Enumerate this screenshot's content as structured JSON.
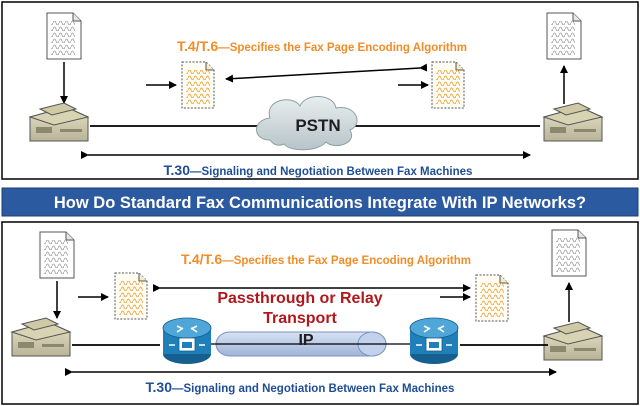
{
  "banner": {
    "title": "How Do Standard Fax Communications Integrate With IP Networks?"
  },
  "top_panel": {
    "encoding_code": "T.4/T.6",
    "encoding_desc": "—Specifies the Fax Page Encoding Algorithm",
    "network_label": "PSTN",
    "signaling_code": "T.30",
    "signaling_desc": "—Signaling and Negotiation Between Fax Machines"
  },
  "bottom_panel": {
    "encoding_code": "T.4/T.6",
    "encoding_desc": "—Specifies the Fax Page Encoding Algorithm",
    "transport_line1": "Passthrough or Relay",
    "transport_line2": "Transport",
    "network_label": "IP",
    "signaling_code": "T.30",
    "signaling_desc": "—Signaling and Negotiation Between Fax Machines"
  },
  "colors": {
    "accent_orange": "#f28c28",
    "label_blue": "#1f4e96",
    "transport_red": "#b0181c",
    "banner_blue": "#2c5aa0",
    "router_blue": "#1f7fb8"
  },
  "icons": [
    "document-icon",
    "encoded-page-icon",
    "fax-machine-icon",
    "cloud-icon",
    "router-icon"
  ]
}
